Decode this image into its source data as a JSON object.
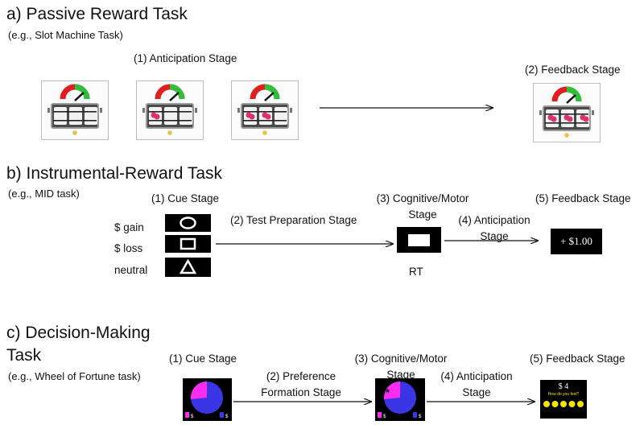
{
  "panel_a": {
    "title": "a) Passive Reward Task",
    "example": "(e.g., Slot Machine Task)",
    "stage1": "(1) Anticipation Stage",
    "stage2": "(2) Feedback Stage"
  },
  "panel_b": {
    "title": "b) Instrumental-Reward Task",
    "example": "(e.g., MID task)",
    "cue_stage": "(1) Cue Stage",
    "gain": "$ gain",
    "loss": "$ loss",
    "neutral": "neutral",
    "prep_stage": "(2) Test Preparation Stage",
    "motor_stage_line1": "(3) Cognitive/Motor",
    "motor_stage_line2": "Stage",
    "rt": "RT",
    "anticip_line1": "(4) Anticipation",
    "anticip_line2": "Stage",
    "feedback_stage": "(5) Feedback Stage",
    "feedback_value": "+ $1.00"
  },
  "panel_c": {
    "title_line1": "c) Decision-Making",
    "title_line2": "Task",
    "example": "(e.g., Wheel of Fortune task)",
    "cue_stage": "(1) Cue Stage",
    "pref_line1": "(2) Preference",
    "pref_line2": "Formation  Stage",
    "motor_stage_line1": "(3) Cognitive/Motor",
    "motor_stage_line2": "Stage",
    "anticip_line1": "(4) Anticipation",
    "anticip_line2": "Stage",
    "feedback_stage": "(5) Feedback Stage",
    "fb_amount": "$ 4",
    "fb_question": "How do you feel?"
  },
  "colors": {
    "wheel_blue": "#3a36e6",
    "wheel_magenta": "#ff2cf0",
    "face_yellow": "#f2e600",
    "gauge_red": "#e02020",
    "gauge_green": "#2fbf3a"
  }
}
